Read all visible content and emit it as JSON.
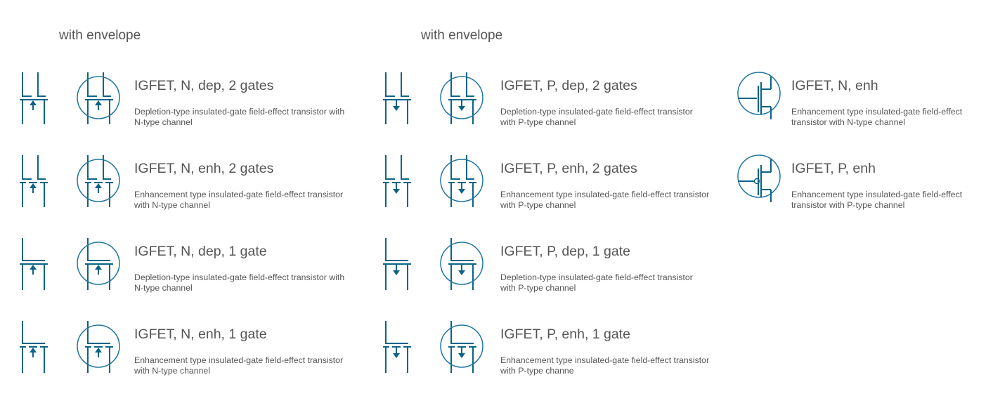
{
  "headers": [
    "with envelope",
    "with envelope"
  ],
  "color": "#0b6387",
  "items": [
    {
      "title": "IGFET, N, dep, 2 gates",
      "desc1": "Depletion-type insulated-gate field-effect transistor with",
      "desc2": "N-type channel",
      "channel": "N",
      "mode": "dep",
      "gates": 2
    },
    {
      "title": "IGFET, N, enh, 2 gates",
      "desc1": "Enhancement type insulated-gate field-effect transistor",
      "desc2": "with N-type channel",
      "channel": "N",
      "mode": "enh",
      "gates": 2
    },
    {
      "title": "IGFET, N, dep, 1 gate",
      "desc1": "Depletion-type insulated-gate field-effect transistor with",
      "desc2": "N-type channel",
      "channel": "N",
      "mode": "dep",
      "gates": 1
    },
    {
      "title": "IGFET, N, enh, 1 gate",
      "desc1": "Enhancement type insulated-gate field-effect transistor",
      "desc2": "with N-type channel",
      "channel": "N",
      "mode": "enh",
      "gates": 1
    },
    {
      "title": "IGFET, P, dep, 2 gates",
      "desc1": "Depletion-type insulated-gate field-effect transistor",
      "desc2": "with P-type channel",
      "channel": "P",
      "mode": "dep",
      "gates": 2
    },
    {
      "title": "IGFET, P, enh, 2 gates",
      "desc1": "Enhancement type insulated-gate field-effect transistor",
      "desc2": "with P-type channel",
      "channel": "P",
      "mode": "enh",
      "gates": 2
    },
    {
      "title": "IGFET, P, dep, 1 gate",
      "desc1": "Depletion-type insulated-gate field-effect transistor",
      "desc2": "with P-type channel",
      "channel": "P",
      "mode": "dep",
      "gates": 1
    },
    {
      "title": "IGFET, P, enh, 1 gate",
      "desc1": "Enhancement type insulated-gate field-effect transistor",
      "desc2": "with P-type channe",
      "channel": "P",
      "mode": "enh",
      "gates": 1
    },
    {
      "title": "IGFET, N, enh",
      "desc1": "Enhancement type insulated-gate field-effect",
      "desc2": "transistor with N-type channel",
      "channel": "N",
      "mode": "fet"
    },
    {
      "title": "IGFET, P, enh",
      "desc1": "Enhancement type insulated-gate field-effect",
      "desc2": "transistor with P-type channel",
      "channel": "P",
      "mode": "fet"
    }
  ]
}
